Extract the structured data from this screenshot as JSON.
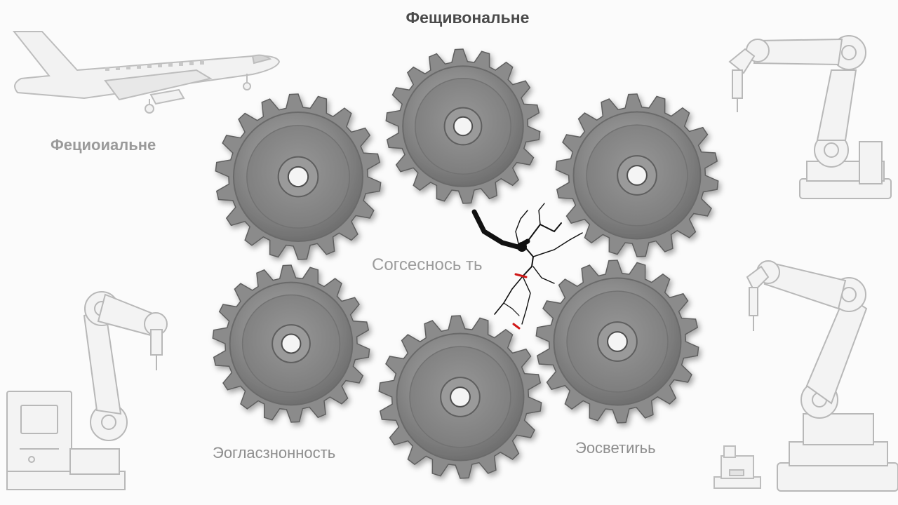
{
  "labels": {
    "title": "Фещивональне",
    "left": "Фециоиальне",
    "center": "Согсеснось ть",
    "bottom_left": "Эоглаcзнонность",
    "bottom_right": "Эосветиrьь"
  },
  "colors": {
    "background": "#fbfbfb",
    "gear": "#8b8b8b",
    "gear_face": "#7d7d7d",
    "line_art": "#b8b8b8",
    "crack": "#111111",
    "crack_accent": "#d01818"
  },
  "objects": {
    "gears": [
      {
        "name": "gear-top"
      },
      {
        "name": "gear-left"
      },
      {
        "name": "gear-right"
      },
      {
        "name": "gear-bottom-left"
      },
      {
        "name": "gear-bottom-center"
      },
      {
        "name": "gear-bottom-right"
      }
    ],
    "illustrations": [
      "airplane-icon",
      "robot-arm-icon",
      "robot-arm-icon",
      "robot-arm-icon",
      "machine-icon"
    ]
  }
}
